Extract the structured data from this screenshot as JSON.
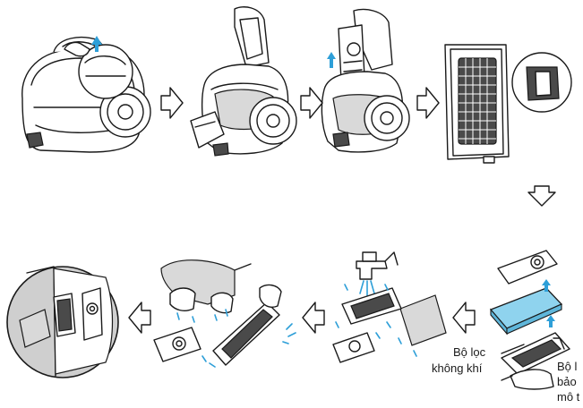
{
  "labels": {
    "air_filter_line1": "Bộ lọc",
    "air_filter_line2": "không khí",
    "motor_filter_line1": "Bộ l",
    "motor_filter_line2": "bảo",
    "motor_filter_line3": "mô t"
  },
  "colors": {
    "ink": "#1a1a1a",
    "water": "#2e9fd8",
    "filter_blue": "#8fd3ee",
    "panel_grey": "#cfcfcf"
  },
  "steps": [
    {
      "name": "press-release-button",
      "icon": "vacuum-lid-button"
    },
    {
      "name": "open-lid",
      "icon": "vacuum-open-lid"
    },
    {
      "name": "pull-out-filter-frame",
      "icon": "vacuum-filter-frame"
    },
    {
      "name": "filter-frame-detail",
      "icon": "filter-frame"
    },
    {
      "name": "separate-filters",
      "icon": "filter-parts"
    },
    {
      "name": "rinse-under-tap",
      "icon": "tap-water"
    },
    {
      "name": "shake-and-dry",
      "icon": "towel-dry"
    },
    {
      "name": "reinsert-filters",
      "icon": "filter-reinsert"
    }
  ],
  "arrows": [
    {
      "direction": "right"
    },
    {
      "direction": "right"
    },
    {
      "direction": "right"
    },
    {
      "direction": "down"
    },
    {
      "direction": "left"
    },
    {
      "direction": "left"
    },
    {
      "direction": "left"
    }
  ]
}
